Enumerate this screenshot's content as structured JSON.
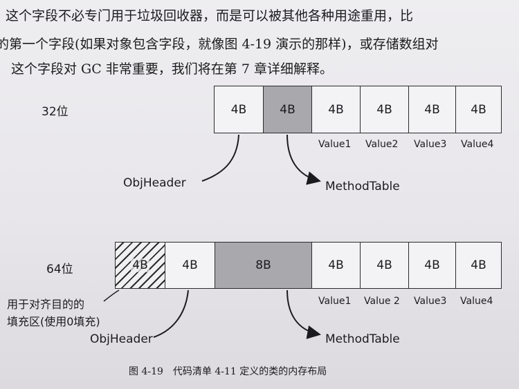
{
  "paragraph": {
    "line1": "这个字段不必专门用于垃圾回收器，而是可以被其他各种用途重用，比",
    "line2": "的第一个字段(如果对象包含字段，就像图 4-19 演示的那样)，或存储数组对",
    "line3": "这个字段对 GC 非常重要，我们将在第 7 章详细解释。"
  },
  "diagram32": {
    "label": "32位",
    "cells": [
      "4B",
      "4B",
      "4B",
      "4B",
      "4B",
      "4B"
    ],
    "values": [
      "Value1",
      "Value2",
      "Value3",
      "Value4"
    ],
    "objheader": "ObjHeader",
    "methodtable": "MethodTable"
  },
  "diagram64": {
    "label": "64位",
    "cells": [
      "4B",
      "4B",
      "8B",
      "4B",
      "4B",
      "4B",
      "4B"
    ],
    "values": [
      "Value1",
      "Value 2",
      "Value3",
      "Value4"
    ],
    "padding_note_1": "用于对齐目的的",
    "padding_note_2": "填充区(使用0填充)",
    "objheader": "ObjHeader",
    "methodtable": "MethodTable"
  },
  "caption": "图 4-19　代码清单 4-11 定义的类的内存布局"
}
